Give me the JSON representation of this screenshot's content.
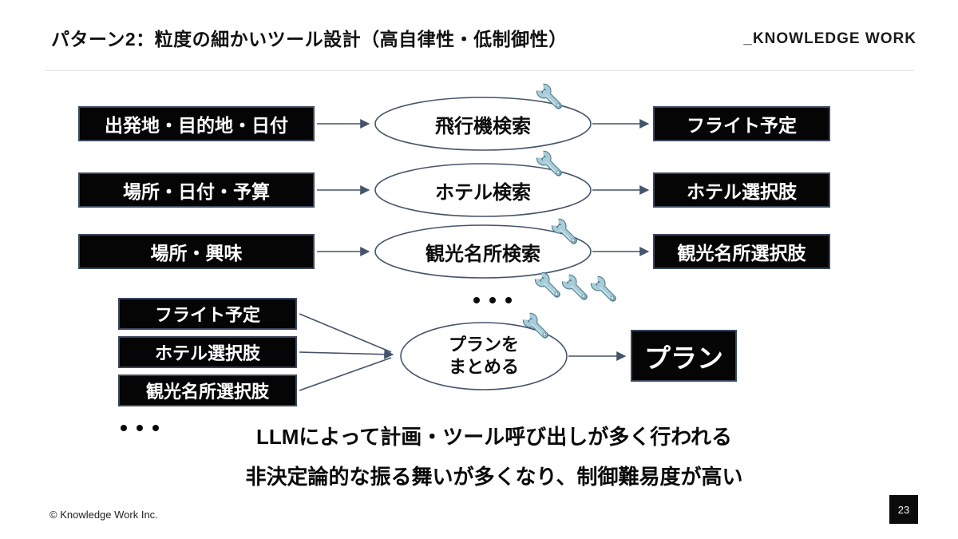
{
  "slide": {
    "title": "パターン2：粒度の細かいツール設計（高自律性・低制御性）",
    "logo": "_KNOWLEDGE WORK",
    "footer": "© Knowledge Work Inc.",
    "page_number": "23"
  },
  "diagram": {
    "rows": [
      {
        "input": "出発地・目的地・日付",
        "tool": "飛行機検索",
        "output": "フライト予定"
      },
      {
        "input": "場所・日付・予算",
        "tool": "ホテル検索",
        "output": "ホテル選択肢"
      },
      {
        "input": "場所・興味",
        "tool": "観光名所検索",
        "output": "観光名所選択肢"
      }
    ],
    "ellipsis": "・・・",
    "aggregate": {
      "inputs": [
        "フライト予定",
        "ホテル選択肢",
        "観光名所選択肢"
      ],
      "tool_line1": "プランを",
      "tool_line2": "まとめる",
      "output": "プラン"
    },
    "icons": {
      "tool": "wrench-icon"
    },
    "colors": {
      "line": "#44546a",
      "box_fill": "#050505",
      "box_border": "#3a485c",
      "wrench_body": "#a9ccd8",
      "wrench_outline": "#4a7d8e"
    }
  },
  "notes": [
    "LLMによって計画・ツール呼び出しが多く行われる",
    "非決定論的な振る舞いが多くなり、制御難易度が高い"
  ]
}
